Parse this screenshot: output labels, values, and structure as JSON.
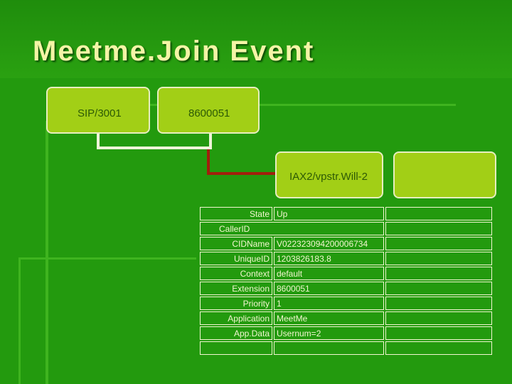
{
  "slide": {
    "title": "Meetme.Join Event"
  },
  "nodes": {
    "sip_channel": "SIP/3001",
    "extension": "8600051",
    "iax_channel": "IAX2/vpstr.Will-2",
    "empty_box": ""
  },
  "colors": {
    "background": "#239a0e",
    "node_fill": "#a2cf16",
    "title_text": "#f4f4a6",
    "connector_white": "#eef4d8",
    "connector_red": "#a11f0c"
  },
  "details": {
    "rows": [
      {
        "key": "State",
        "value": "Up"
      },
      {
        "key": "CallerID",
        "value": ""
      },
      {
        "key": "CIDName",
        "value": "V022323094200006734"
      },
      {
        "key": "UniqueID",
        "value": "1203826183.8"
      },
      {
        "key": "Context",
        "value": "default"
      },
      {
        "key": "Extension",
        "value": "8600051"
      },
      {
        "key": "Priority",
        "value": "1"
      },
      {
        "key": "Application",
        "value": "MeetMe"
      },
      {
        "key": "App.Data",
        "value": "Usernum=2"
      }
    ]
  }
}
